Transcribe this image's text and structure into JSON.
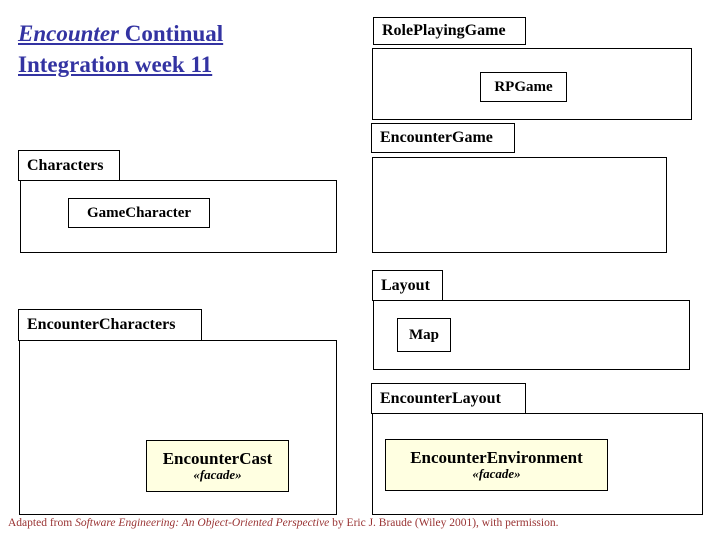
{
  "title": {
    "line1_italic": "Encounter",
    "line1_rest": " Continual",
    "line2": "Integration week 11"
  },
  "diagram": {
    "packages": {
      "role_playing_game": {
        "label": "RolePlayingGame"
      },
      "encounter_game": {
        "label": "EncounterGame"
      },
      "characters": {
        "label": "Characters"
      },
      "layout": {
        "label": "Layout"
      },
      "encounter_characters": {
        "label": "EncounterCharacters"
      },
      "encounter_layout": {
        "label": "EncounterLayout"
      }
    },
    "classes": {
      "rp_game": {
        "label": "RPGame"
      },
      "game_character": {
        "label": "GameCharacter"
      },
      "map": {
        "label": "Map"
      },
      "encounter_cast": {
        "label": "EncounterCast",
        "stereotype": "«facade»"
      },
      "encounter_environment": {
        "label": "EncounterEnvironment",
        "stereotype": "«facade»"
      }
    }
  },
  "footer": {
    "prefix": "Adapted from ",
    "book_title": "Software Engineering: An Object-Oriented Perspective",
    "suffix": " by Eric J. Braude (Wiley 2001), with permission."
  },
  "colors": {
    "title_blue": "#3333A2",
    "facade_fill": "#FFFFE1",
    "footer_red": "#993333",
    "border_black": "#000000"
  }
}
